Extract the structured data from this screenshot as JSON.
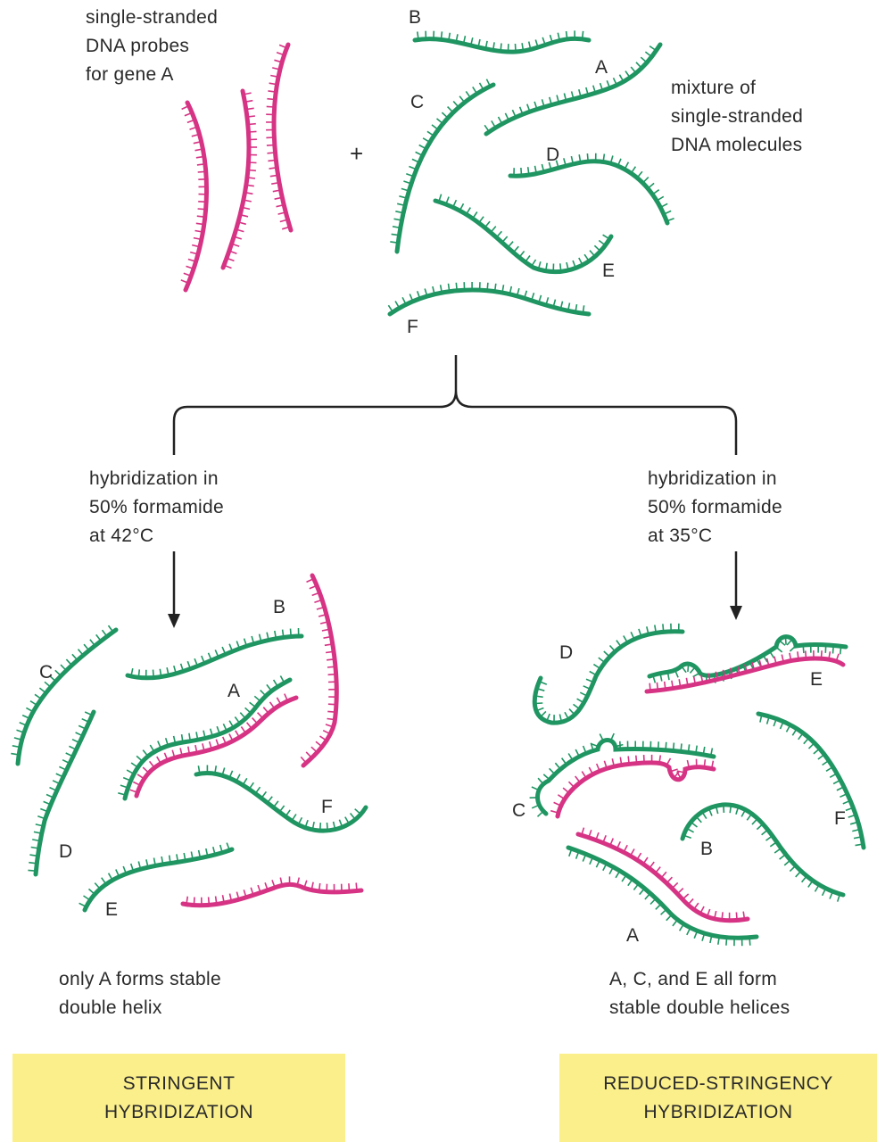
{
  "colors": {
    "probe": "#d63384",
    "dna": "#1f9562",
    "ink": "#2a2a2a",
    "highlight": "#fbef8c"
  },
  "top": {
    "probe_label": [
      "single-stranded",
      "DNA probes",
      "for gene A"
    ],
    "plus_sign": "+",
    "mixture_label": [
      "mixture of",
      "single-stranded",
      "DNA molecules"
    ],
    "molecule_labels": {
      "a": "A",
      "b": "B",
      "c": "C",
      "d": "D",
      "e": "E",
      "f": "F"
    }
  },
  "left": {
    "condition": [
      "hybridization in",
      "50% formamide",
      "at 42°C"
    ],
    "molecule_labels": {
      "a": "A",
      "b": "B",
      "c": "C",
      "d": "D",
      "e": "E",
      "f": "F"
    },
    "result": [
      "only A forms stable",
      "double helix"
    ],
    "panel_title": [
      "STRINGENT",
      "HYBRIDIZATION"
    ]
  },
  "right": {
    "condition": [
      "hybridization in",
      "50% formamide",
      "at 35°C"
    ],
    "molecule_labels": {
      "a": "A",
      "b": "B",
      "c": "C",
      "d": "D",
      "e": "E",
      "f": "F"
    },
    "result": [
      "A, C, and E all form",
      "stable double helices"
    ],
    "panel_title": [
      "REDUCED-STRINGENCY",
      "HYBRIDIZATION"
    ]
  }
}
